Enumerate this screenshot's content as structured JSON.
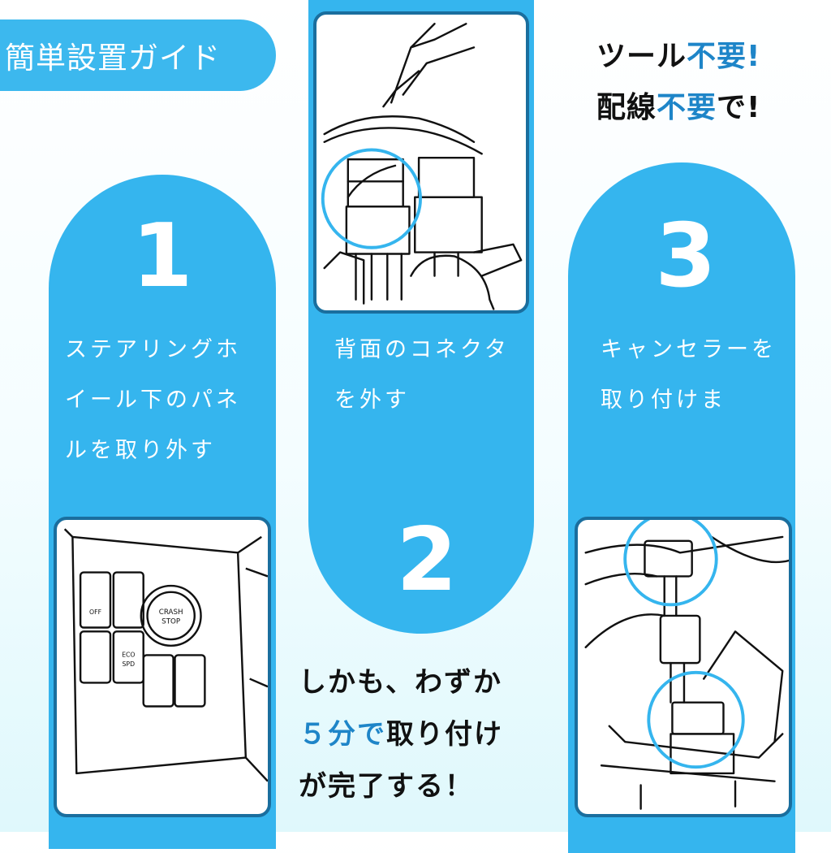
{
  "title": "簡単設置ガイド",
  "slogan": {
    "line1_a": "ツール",
    "line1_b": "不要!",
    "line2_a": "配線",
    "line2_b": "不要",
    "line2_c": "で!"
  },
  "steps": [
    {
      "number": "1",
      "lines": [
        "ステアリングホ",
        "イール下のパネ",
        "ルを取り外す"
      ]
    },
    {
      "number": "2",
      "lines": [
        "背面のコネクタ",
        "を外す"
      ]
    },
    {
      "number": "3",
      "lines": [
        "キャンセラーを",
        "取り付けま"
      ]
    }
  ],
  "panel_labels": {
    "crash_stop_1": "CRASH",
    "crash_stop_2": "STOP",
    "off_label": "OFF",
    "eco_1": "ECO",
    "eco_2": "SPD"
  },
  "bottom": {
    "line1": "しかも、わずか",
    "line2_hl": "５分で",
    "line2_rest": "取り付け",
    "line3": "が完了する！"
  },
  "colors": {
    "accent": "#35b5ee",
    "highlight": "#1e85c8",
    "panel_border": "#1a6e9e"
  }
}
